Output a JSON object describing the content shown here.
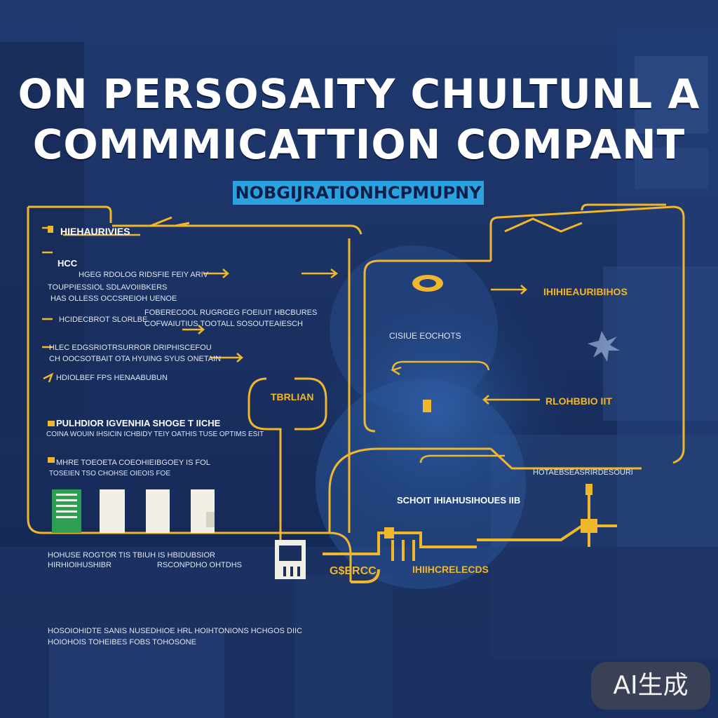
{
  "title": {
    "line1": "ON PERSOSAITY CHULTUNL A",
    "line2": "COMMMICATTION COMPANT"
  },
  "banner": "NOBGIJRATIONHCPMUPNY",
  "left_panel": {
    "header": "HIEHAURIVIES",
    "row1": "HCC",
    "row2": "HGEG RDOLOG RIDSFIE FEIY ARIV",
    "row3": "TOUPPIESSIOL SDLAVOIIBKERS",
    "row4": "HAS OLLESS OCCSREIOH UENOE",
    "row5": "HCIDECBROT SLORLBE",
    "row6a": "FOBERECOOL RUGRGEG FOEIUIT HBCBURES",
    "row6b": "COFWAIUTIUS TOOTALL SOSOUTEAIESCH",
    "row7": "HLEC EDGSRIOTRSURROR DRIPHISCEFOU",
    "row8": "CH OOCSOTBAIT OTA HYUING SYUS ONETAIN",
    "row9": "HDIOLBEF FPS HENAABUBUN",
    "row10": "PULHDIOR IGVENHIA SHOGE T IICHE",
    "row11": "COINA WOUIN IHSICIN ICHBIDY TEIY OATHIS TUSE OPTIMS ESIT",
    "row12": "MHRE TOEOETA COEOHIEIBGOEY IS FOL",
    "row13": "TOSEIEN TSO CHOHSE OIEOIS FOE",
    "row14": "HOHUSE ROGTOR TIS TBIUH IS HBIDUBSIOR",
    "row15": "HIRHIOIHUSHIBR",
    "row16": "RSCONPDHO OHTDHS",
    "foot1": "HOSOIOHIDTE SANIS NUSEDHIOE HRL HOIHTONIONS HCHGOS DIIC",
    "foot2": "HOIOHOIS TOHEIBES FOBS TOHOSONE"
  },
  "center_label": "TBRLIAN",
  "bottom_center": "G$ERCC",
  "right_labels": {
    "r1": "IHIHIEAURIBIHOS",
    "r2": "CISIUE EOCHOTS",
    "r3": "RLOHBBIO IIT",
    "r4": "HOTAEBSEASRIRDESOURI",
    "r5": "SCHOIT IHIAHUSIHOUES IIB",
    "r6": "IHIIHCRELECDS"
  },
  "watermark": "AI生成",
  "colors": {
    "background": "#1a2f5e",
    "accent_gold": "#f0b72d",
    "banner_blue": "#2aa2e0",
    "text_white": "#ffffff"
  }
}
